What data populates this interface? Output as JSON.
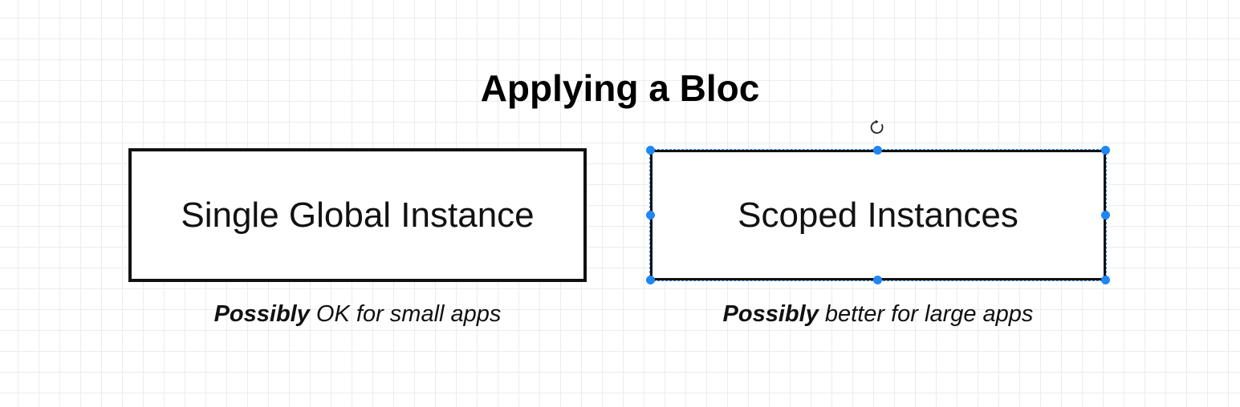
{
  "title": "Applying a Bloc",
  "boxes": [
    {
      "label": "Single Global Instance",
      "caption_bold": "Possibly",
      "caption_rest": " OK for small apps"
    },
    {
      "label": "Scoped Instances",
      "caption_bold": "Possibly",
      "caption_rest": " better for large apps",
      "selected": true
    }
  ],
  "icons": {
    "rotate": "rotate-icon",
    "resize": "resize-handle"
  },
  "colors": {
    "selection": "#1f86f2",
    "border": "#111111",
    "grid": "#ececec"
  }
}
